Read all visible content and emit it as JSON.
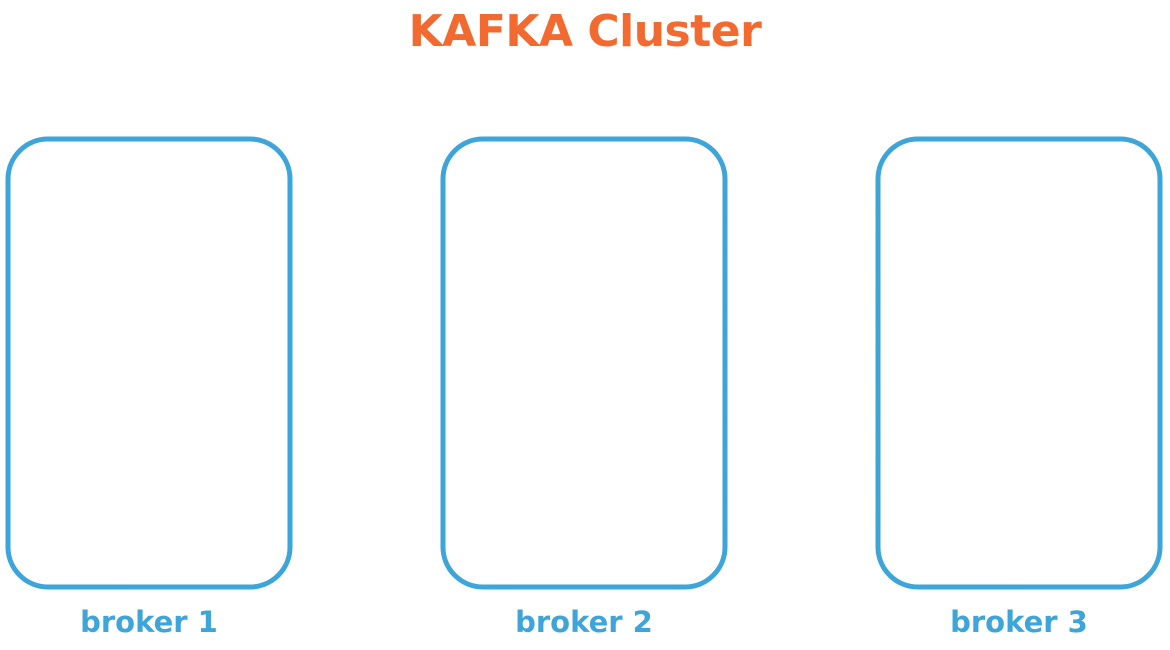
{
  "diagram": {
    "title": "KAFKA Cluster",
    "brokers": [
      {
        "label": "broker 1"
      },
      {
        "label": "broker 2"
      },
      {
        "label": "broker 3"
      }
    ]
  },
  "colors": {
    "title": "#F26A30",
    "broker_outline": "#3DA5D9",
    "broker_label": "#3DA5D9",
    "background": "#FFFFFF"
  }
}
